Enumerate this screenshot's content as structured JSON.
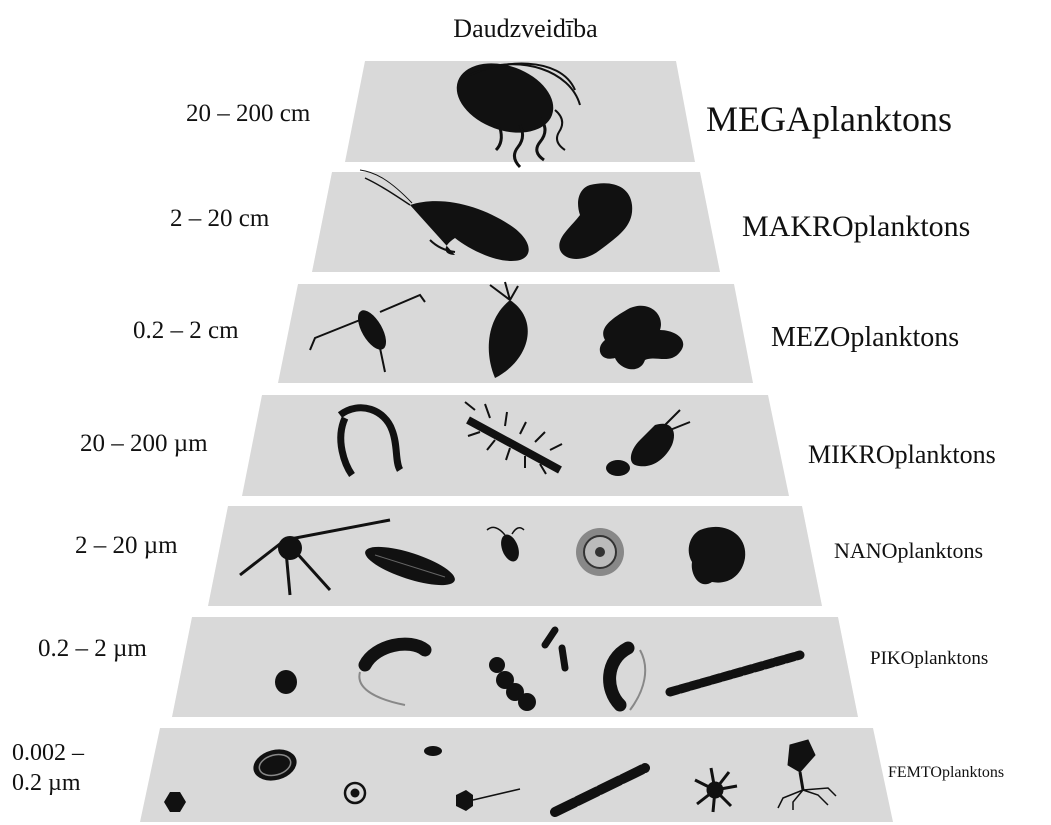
{
  "title": "Daudzveidība",
  "tiers": [
    {
      "size": "20 – 200 cm",
      "name": "MEGAplanktons"
    },
    {
      "size": "2 – 20 cm",
      "name": "MAKROplanktons"
    },
    {
      "size": "0.2 – 2 cm",
      "name": "MEZOplanktons"
    },
    {
      "size": "20 – 200 µm",
      "name": "MIKROplanktons"
    },
    {
      "size": "2 – 20 µm",
      "name": "NANOplanktons"
    },
    {
      "size": "0.2 – 2 µm",
      "name": "PIKOplanktons"
    },
    {
      "size": "0.002 –\n0.2 µm",
      "name": "FEMTOplanktons"
    }
  ],
  "colors": {
    "panel": "#d9d9d9",
    "silhouette": "#111111",
    "text": "#111111"
  }
}
